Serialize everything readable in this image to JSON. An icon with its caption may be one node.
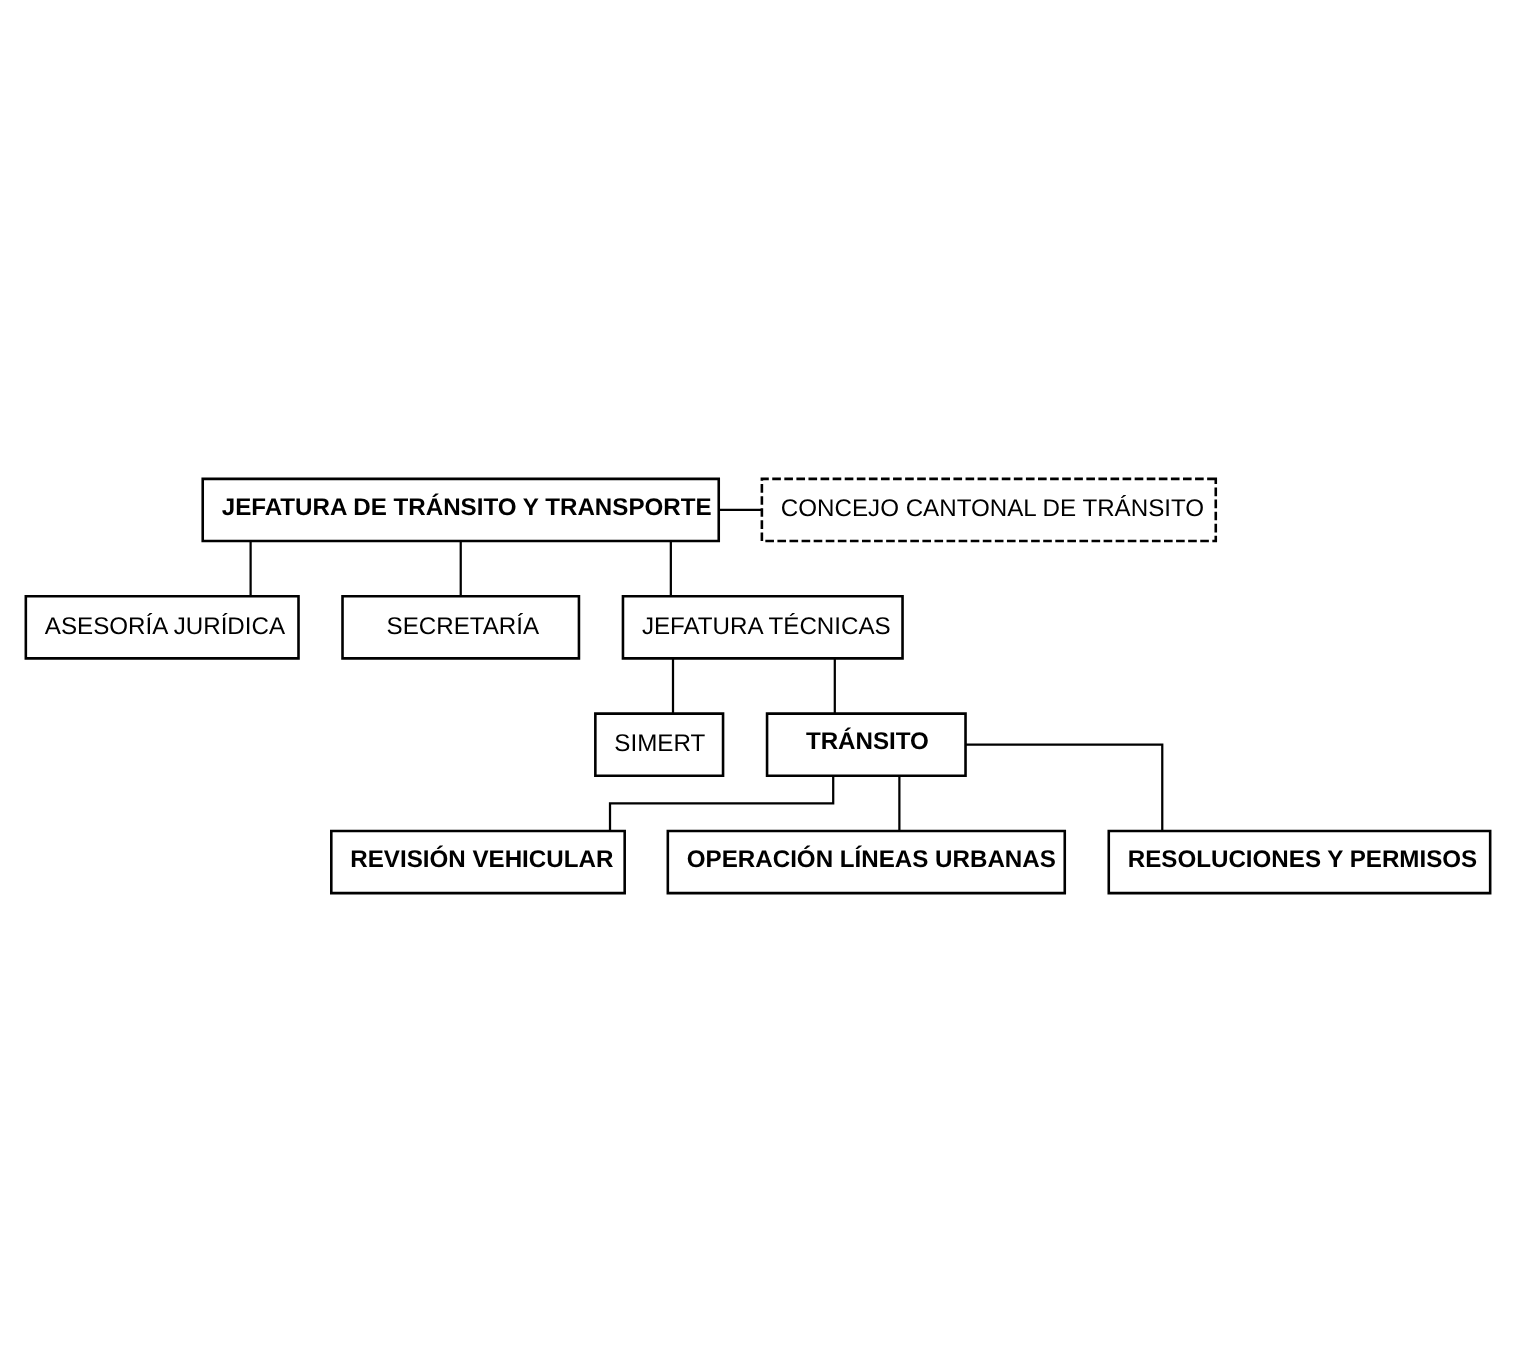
{
  "diagram": {
    "nodes": [
      {
        "text": [
          "JEFATURA DE TRÁNSITO Y TRANSPORTE"
        ]
      },
      {
        "text": [
          "CONCEJO CANTONAL DE TRÁNSITO"
        ]
      },
      {
        "text": [
          "ASESORÍA JURÍDICA"
        ]
      },
      {
        "text": [
          "SECRETARÍA"
        ]
      },
      {
        "text": [
          "JEFATURA TÉCNICAS"
        ]
      },
      {
        "text": [
          "SIMERT"
        ]
      },
      {
        "text": [
          "TRÁNSITO"
        ]
      },
      {
        "text": [
          "REVISIÓN VEHICULAR"
        ]
      },
      {
        "text": [
          "OPERACIÓN LÍNEAS URBANAS"
        ]
      },
      {
        "text": [
          "RESOLUCIONES Y PERMISOS"
        ]
      }
    ],
    "edges": [
      {
        "from": 0,
        "to": 1,
        "arrow": "none"
      },
      {
        "from": 0,
        "to": 2,
        "arrow": "none"
      },
      {
        "from": 0,
        "to": 3,
        "arrow": "none"
      },
      {
        "from": 0,
        "to": 4,
        "arrow": "none"
      },
      {
        "from": 4,
        "to": 5,
        "arrow": "none"
      },
      {
        "from": 4,
        "to": 6,
        "arrow": "none"
      },
      {
        "from": 6,
        "to": 7,
        "arrow": "none"
      },
      {
        "from": 6,
        "to": 8,
        "arrow": "none"
      },
      {
        "from": 6,
        "to": 9,
        "arrow": "none"
      }
    ]
  }
}
